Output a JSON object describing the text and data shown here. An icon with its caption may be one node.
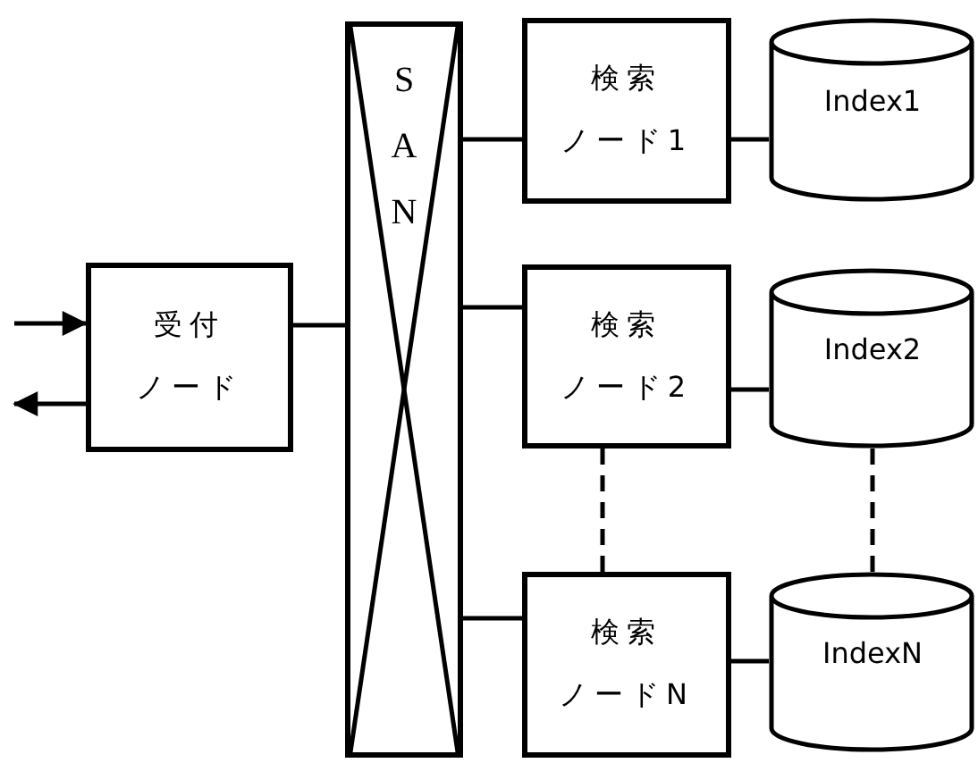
{
  "diagram": {
    "nodes": [
      {
        "text": [
          "受付",
          "ノード"
        ]
      },
      {
        "text": [
          "SAN"
        ]
      },
      {
        "text": [
          "検索",
          "ノード1"
        ]
      },
      {
        "text": [
          "Index1"
        ]
      },
      {
        "text": [
          "検索",
          "ノード2"
        ]
      },
      {
        "text": [
          "Index2"
        ]
      },
      {
        "text": [
          "検索",
          "ノードN"
        ]
      },
      {
        "text": [
          "IndexN"
        ]
      }
    ],
    "edges": [
      {
        "from": null,
        "to": 0,
        "arrow": "to"
      },
      {
        "from": 0,
        "to": null,
        "arrow": "to"
      },
      {
        "from": 0,
        "to": 1,
        "arrow": "none"
      },
      {
        "from": 1,
        "to": 2,
        "arrow": "none"
      },
      {
        "from": 1,
        "to": 4,
        "arrow": "none"
      },
      {
        "from": 1,
        "to": 6,
        "arrow": "none"
      },
      {
        "from": 2,
        "to": 3,
        "arrow": "none"
      },
      {
        "from": 4,
        "to": 5,
        "arrow": "none"
      },
      {
        "from": 6,
        "to": 7,
        "arrow": "none"
      },
      {
        "from": 4,
        "to": 6,
        "arrow": "none",
        "style": "dashed"
      },
      {
        "from": 5,
        "to": 7,
        "arrow": "none",
        "style": "dashed"
      }
    ]
  }
}
